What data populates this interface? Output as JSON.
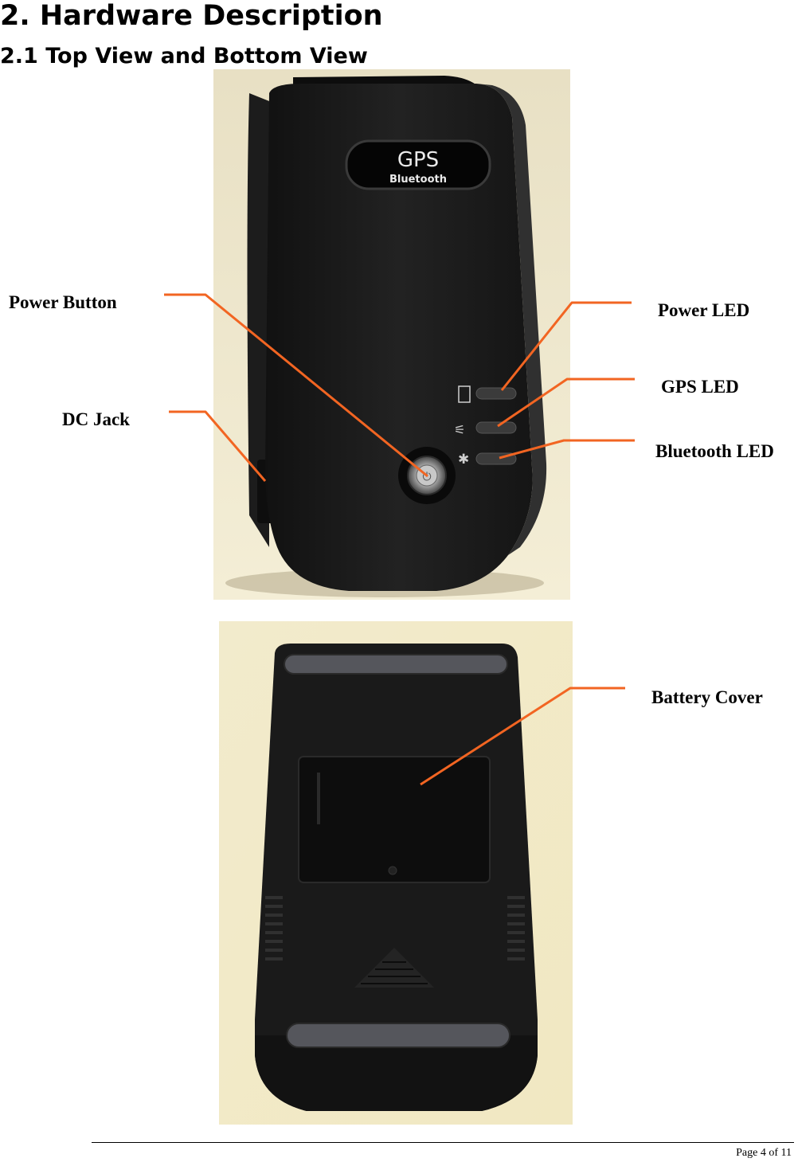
{
  "heading": "2. Hardware Description",
  "subheading": "2.1 Top View and Bottom View",
  "top_view": {
    "logo_main": "GPS",
    "logo_sub": "Bluetooth",
    "labels": {
      "power_button": "Power Button",
      "dc_jack": "DC Jack",
      "power_led": "Power LED",
      "gps_led": "GPS LED",
      "bluetooth_led": "Bluetooth LED"
    }
  },
  "bottom_view": {
    "labels": {
      "battery_cover": "Battery Cover"
    }
  },
  "footer": {
    "page": "Page 4 of 11"
  },
  "colors": {
    "callout_line": "#f26522",
    "background_top": "#f2ecd2",
    "background_bottom": "#f3eccc",
    "device_body": "#1a1a1a"
  }
}
